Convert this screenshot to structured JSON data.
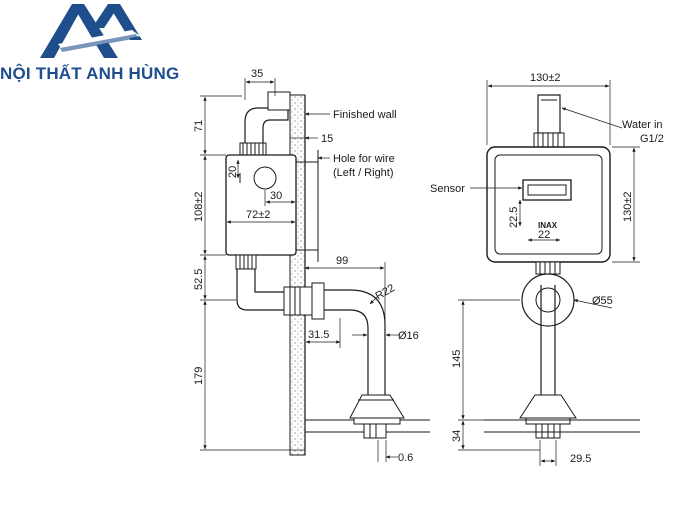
{
  "brand": {
    "name": "NỘI THẤT ANH HÙNG",
    "color": "#1e4e8c"
  },
  "side_view": {
    "dims": {
      "pipe_width": "35",
      "top": "71",
      "wall_offset": "15",
      "inlet_20": "20",
      "hole_30": "30",
      "body_height": "108±2",
      "body_width": "72±2",
      "outlet_52": "52.5",
      "reach_99": "99",
      "bend_radius": "R22",
      "wall_31": "31.5",
      "pipe_dia": "Ø16",
      "drop_179": "179",
      "flange_06": "0.6"
    },
    "labels": {
      "finished_wall": "Finished wall",
      "hole_line1": "Hole for wire",
      "hole_line2": "(Left / Right)"
    }
  },
  "front_view": {
    "dims": {
      "width": "130±2",
      "height": "130±2",
      "sensor_h": "22.5",
      "sensor_w": "22",
      "flange_dia": "Ø55",
      "drop_145": "145",
      "base_34": "34",
      "offset_295": "29.5"
    },
    "labels": {
      "water_line1": "Water in",
      "water_line2": "G1/2",
      "sensor": "Sensor",
      "maker": "INAX"
    }
  },
  "colors": {
    "line": "#1a1a1a",
    "dim_line": "#5a5aa8",
    "wall_hatch": "#8a8a8a"
  }
}
